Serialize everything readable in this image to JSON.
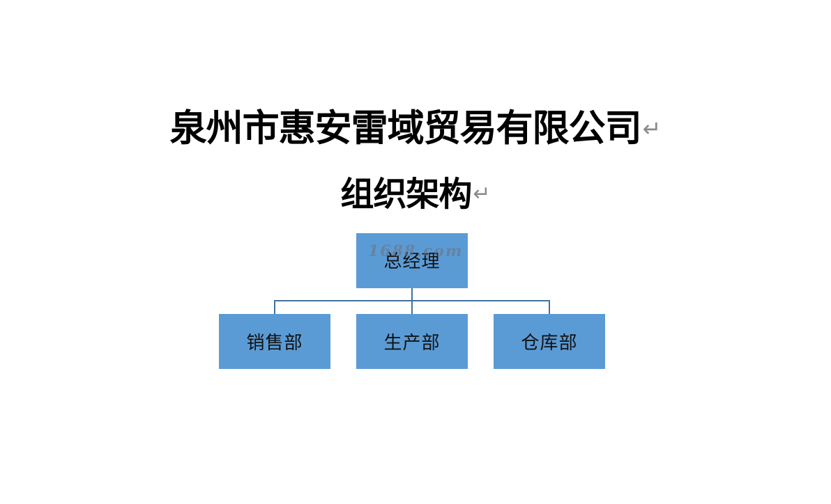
{
  "document": {
    "title": "泉州市惠安雷域贸易有限公司",
    "subtitle": "组织架构",
    "paragraph_mark": "↵"
  },
  "org_chart": {
    "root": {
      "label": "总经理"
    },
    "children": [
      {
        "label": "销售部"
      },
      {
        "label": "生产部"
      },
      {
        "label": "仓库部"
      }
    ],
    "watermark": "1688.com"
  },
  "colors": {
    "node_fill": "#5b9bd5",
    "connector": "#41719c",
    "text": "#000000",
    "paragraph_mark": "#8a8a8a"
  }
}
